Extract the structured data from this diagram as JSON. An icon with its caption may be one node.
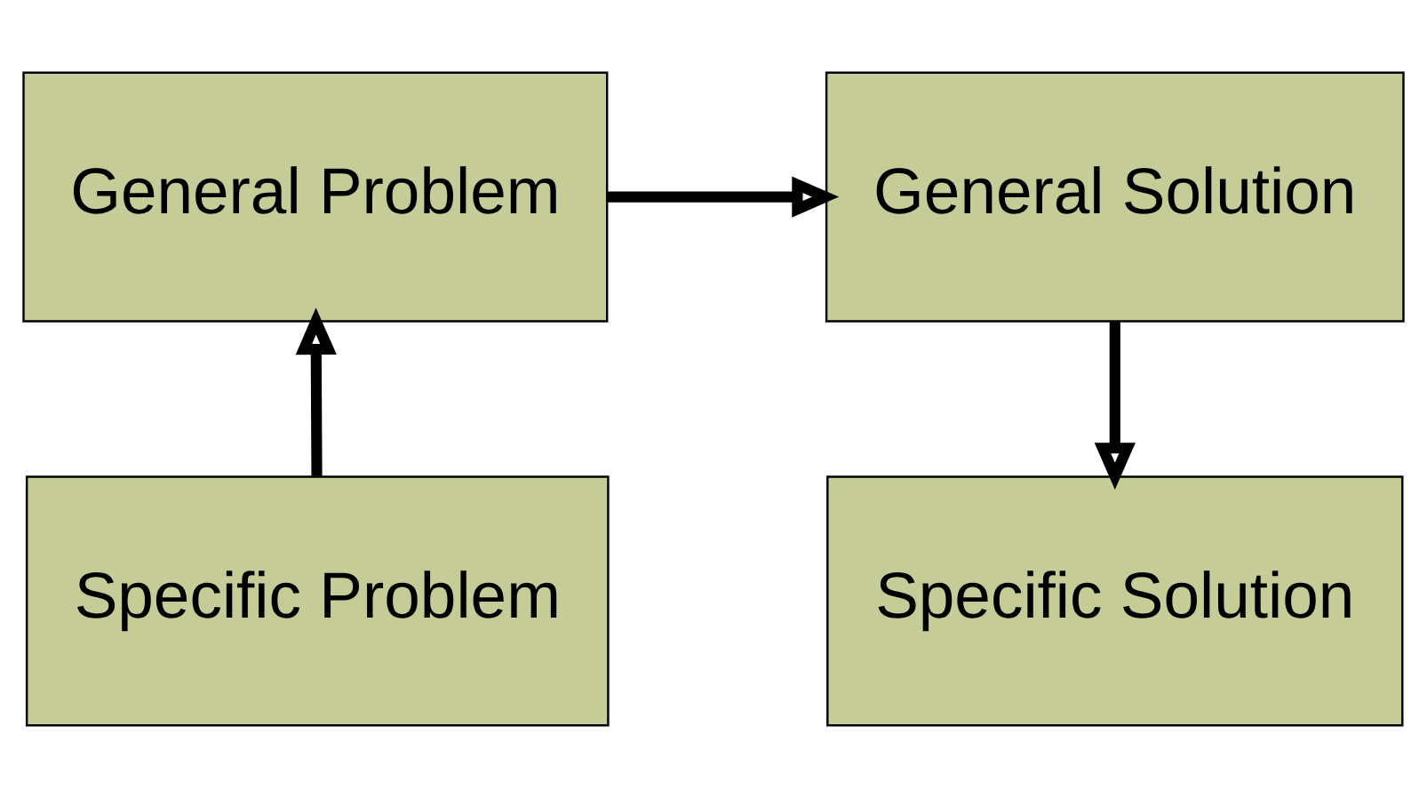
{
  "diagram": {
    "nodes": [
      {
        "text": [
          "General Problem"
        ]
      },
      {
        "text": [
          "General Solution"
        ]
      },
      {
        "text": [
          "Specific Problem"
        ]
      },
      {
        "text": [
          "Specific Solution"
        ]
      }
    ],
    "edges": [
      {
        "from": 2,
        "to": 0,
        "arrow": "to"
      },
      {
        "from": 0,
        "to": 1,
        "arrow": "to"
      },
      {
        "from": 1,
        "to": 3,
        "arrow": "to"
      }
    ]
  }
}
